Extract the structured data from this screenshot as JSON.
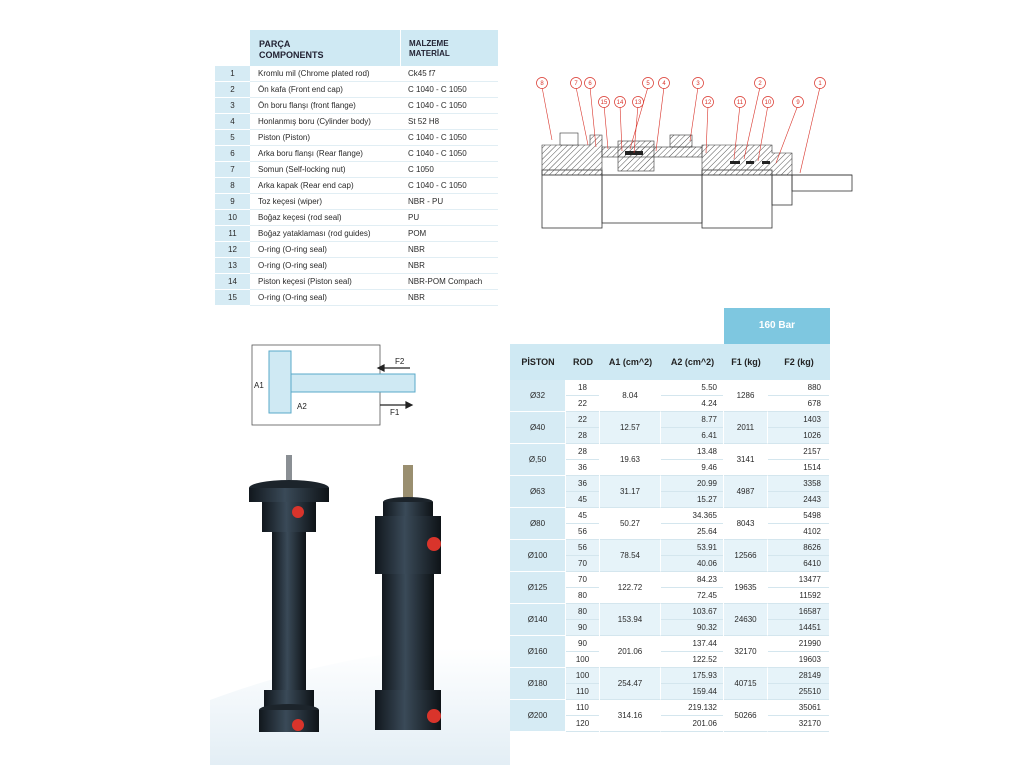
{
  "components": {
    "header_part_tr": "PARÇA",
    "header_part_en": "COMPONENTS",
    "header_mat_tr": "MALZEME",
    "header_mat_en": "MATERİAL",
    "rows": [
      {
        "no": "1",
        "name": "Kromlu mil (Chrome plated rod)",
        "material": "Ck45 f7"
      },
      {
        "no": "2",
        "name": "Ön kafa (Front end cap)",
        "material": "C 1040 - C 1050"
      },
      {
        "no": "3",
        "name": "Ön boru flanşı (front flange)",
        "material": "C 1040 - C 1050"
      },
      {
        "no": "4",
        "name": "Honlanmış boru (Cylinder body)",
        "material": "St 52 H8"
      },
      {
        "no": "5",
        "name": "Piston (Piston)",
        "material": "C 1040 - C 1050"
      },
      {
        "no": "6",
        "name": "Arka boru flanşı (Rear flange)",
        "material": "C 1040 - C 1050"
      },
      {
        "no": "7",
        "name": "Somun (Self-locking nut)",
        "material": "C 1050"
      },
      {
        "no": "8",
        "name": "Arka kapak (Rear end cap)",
        "material": "C 1040 - C 1050"
      },
      {
        "no": "9",
        "name": "Toz keçesi (wiper)",
        "material": "NBR - PU"
      },
      {
        "no": "10",
        "name": "Boğaz keçesi (rod seal)",
        "material": "PU"
      },
      {
        "no": "11",
        "name": "Boğaz yataklaması (rod guides)",
        "material": "POM"
      },
      {
        "no": "12",
        "name": "O-ring (O-ring seal)",
        "material": "NBR"
      },
      {
        "no": "13",
        "name": "O-ring (O-ring seal)",
        "material": "NBR"
      },
      {
        "no": "14",
        "name": "Piston keçesi (Piston seal)",
        "material": "NBR-POM Compach"
      },
      {
        "no": "15",
        "name": "O-ring (O-ring seal)",
        "material": "NBR"
      }
    ]
  },
  "drawing": {
    "callouts_top": [
      "8",
      "7",
      "6",
      "5",
      "4",
      "3",
      "2",
      "1"
    ],
    "callouts_low": [
      "15",
      "14",
      "13",
      "12",
      "11",
      "10",
      "9"
    ]
  },
  "force_diagram": {
    "labels": {
      "a1": "A1",
      "a2": "A2",
      "f1": "F1",
      "f2": "F2"
    }
  },
  "pressure_table": {
    "pressure": "160 Bar",
    "headers": [
      "PİSTON",
      "ROD",
      "A1 (cm^2)",
      "A2 (cm^2)",
      "F1 (kg)",
      "F2 (kg)"
    ],
    "groups": [
      {
        "piston": "Ø32",
        "rods": [
          "18",
          "22"
        ],
        "a1": "8.04",
        "a2": [
          "5.50",
          "4.24"
        ],
        "f1": "1286",
        "f2": [
          "880",
          "678"
        ]
      },
      {
        "piston": "Ø40",
        "rods": [
          "22",
          "28"
        ],
        "a1": "12.57",
        "a2": [
          "8.77",
          "6.41"
        ],
        "f1": "2011",
        "f2": [
          "1403",
          "1026"
        ]
      },
      {
        "piston": "Ø,50",
        "rods": [
          "28",
          "36"
        ],
        "a1": "19.63",
        "a2": [
          "13.48",
          "9.46"
        ],
        "f1": "3141",
        "f2": [
          "2157",
          "1514"
        ]
      },
      {
        "piston": "Ø63",
        "rods": [
          "36",
          "45"
        ],
        "a1": "31.17",
        "a2": [
          "20.99",
          "15.27"
        ],
        "f1": "4987",
        "f2": [
          "3358",
          "2443"
        ]
      },
      {
        "piston": "Ø80",
        "rods": [
          "45",
          "56"
        ],
        "a1": "50.27",
        "a2": [
          "34.365",
          "25.64"
        ],
        "f1": "8043",
        "f2": [
          "5498",
          "4102"
        ]
      },
      {
        "piston": "Ø100",
        "rods": [
          "56",
          "70"
        ],
        "a1": "78.54",
        "a2": [
          "53.91",
          "40.06"
        ],
        "f1": "12566",
        "f2": [
          "8626",
          "6410"
        ]
      },
      {
        "piston": "Ø125",
        "rods": [
          "70",
          "80"
        ],
        "a1": "122.72",
        "a2": [
          "84.23",
          "72.45"
        ],
        "f1": "19635",
        "f2": [
          "13477",
          "11592"
        ]
      },
      {
        "piston": "Ø140",
        "rods": [
          "80",
          "90"
        ],
        "a1": "153.94",
        "a2": [
          "103.67",
          "90.32"
        ],
        "f1": "24630",
        "f2": [
          "16587",
          "14451"
        ]
      },
      {
        "piston": "Ø160",
        "rods": [
          "90",
          "100"
        ],
        "a1": "201.06",
        "a2": [
          "137.44",
          "122.52"
        ],
        "f1": "32170",
        "f2": [
          "21990",
          "19603"
        ]
      },
      {
        "piston": "Ø180",
        "rods": [
          "100",
          "110"
        ],
        "a1": "254.47",
        "a2": [
          "175.93",
          "159.44"
        ],
        "f1": "40715",
        "f2": [
          "28149",
          "25510"
        ]
      },
      {
        "piston": "Ø200",
        "rods": [
          "110",
          "120"
        ],
        "a1": "314.16",
        "a2": [
          "219.132",
          "201.06"
        ],
        "f1": "50266",
        "f2": [
          "35061",
          "32170"
        ]
      }
    ]
  },
  "colors": {
    "header_bg": "#cfe9f3",
    "accent": "#7ec7e0",
    "callout_red": "#d9342b",
    "cylinder": "#1f2a35"
  }
}
